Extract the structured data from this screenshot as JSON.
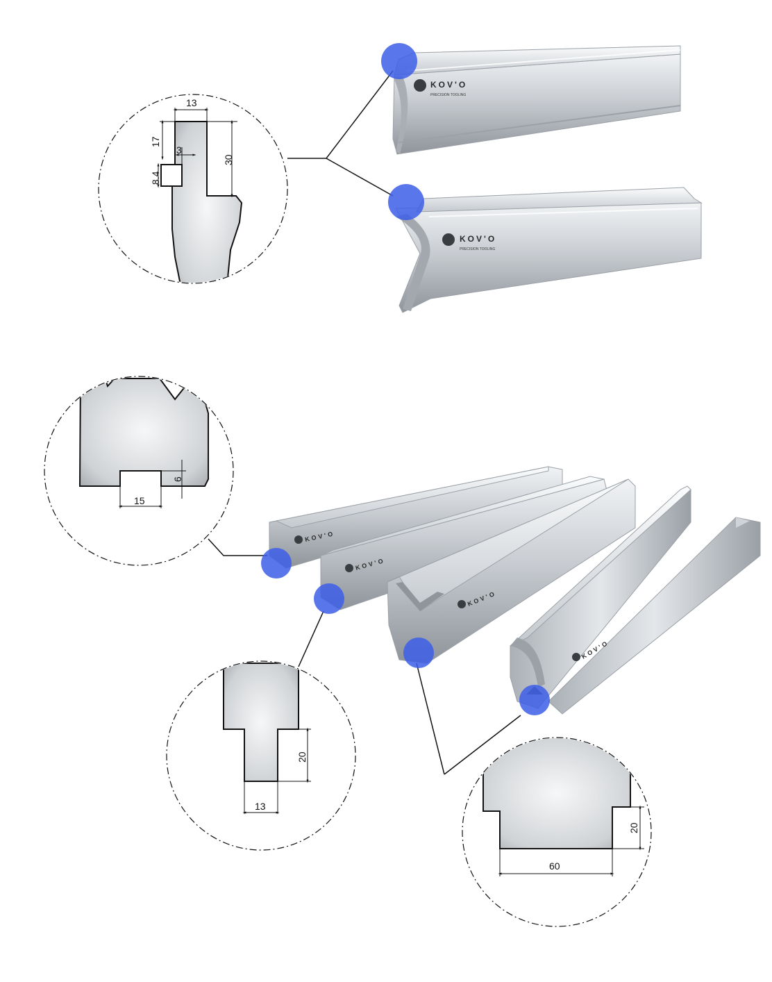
{
  "brand": {
    "name": "KOV'O",
    "tagline": "PRECISION TOOLING"
  },
  "colors": {
    "highlight": "#3d5ee8",
    "steel_light": "#e9ecef",
    "steel_mid": "#b8bdc3",
    "steel_dark": "#7d8389",
    "outline": "#111111"
  },
  "details": {
    "punch_tang": {
      "width": "13",
      "top_height": "17",
      "offset": "3",
      "slot": "8.4",
      "depth": "30"
    },
    "die_base_slot": {
      "width": "15",
      "height": "6"
    },
    "punch_tang_small": {
      "width": "13",
      "height": "20"
    },
    "die_base_wide": {
      "width": "60",
      "height": "20"
    }
  }
}
